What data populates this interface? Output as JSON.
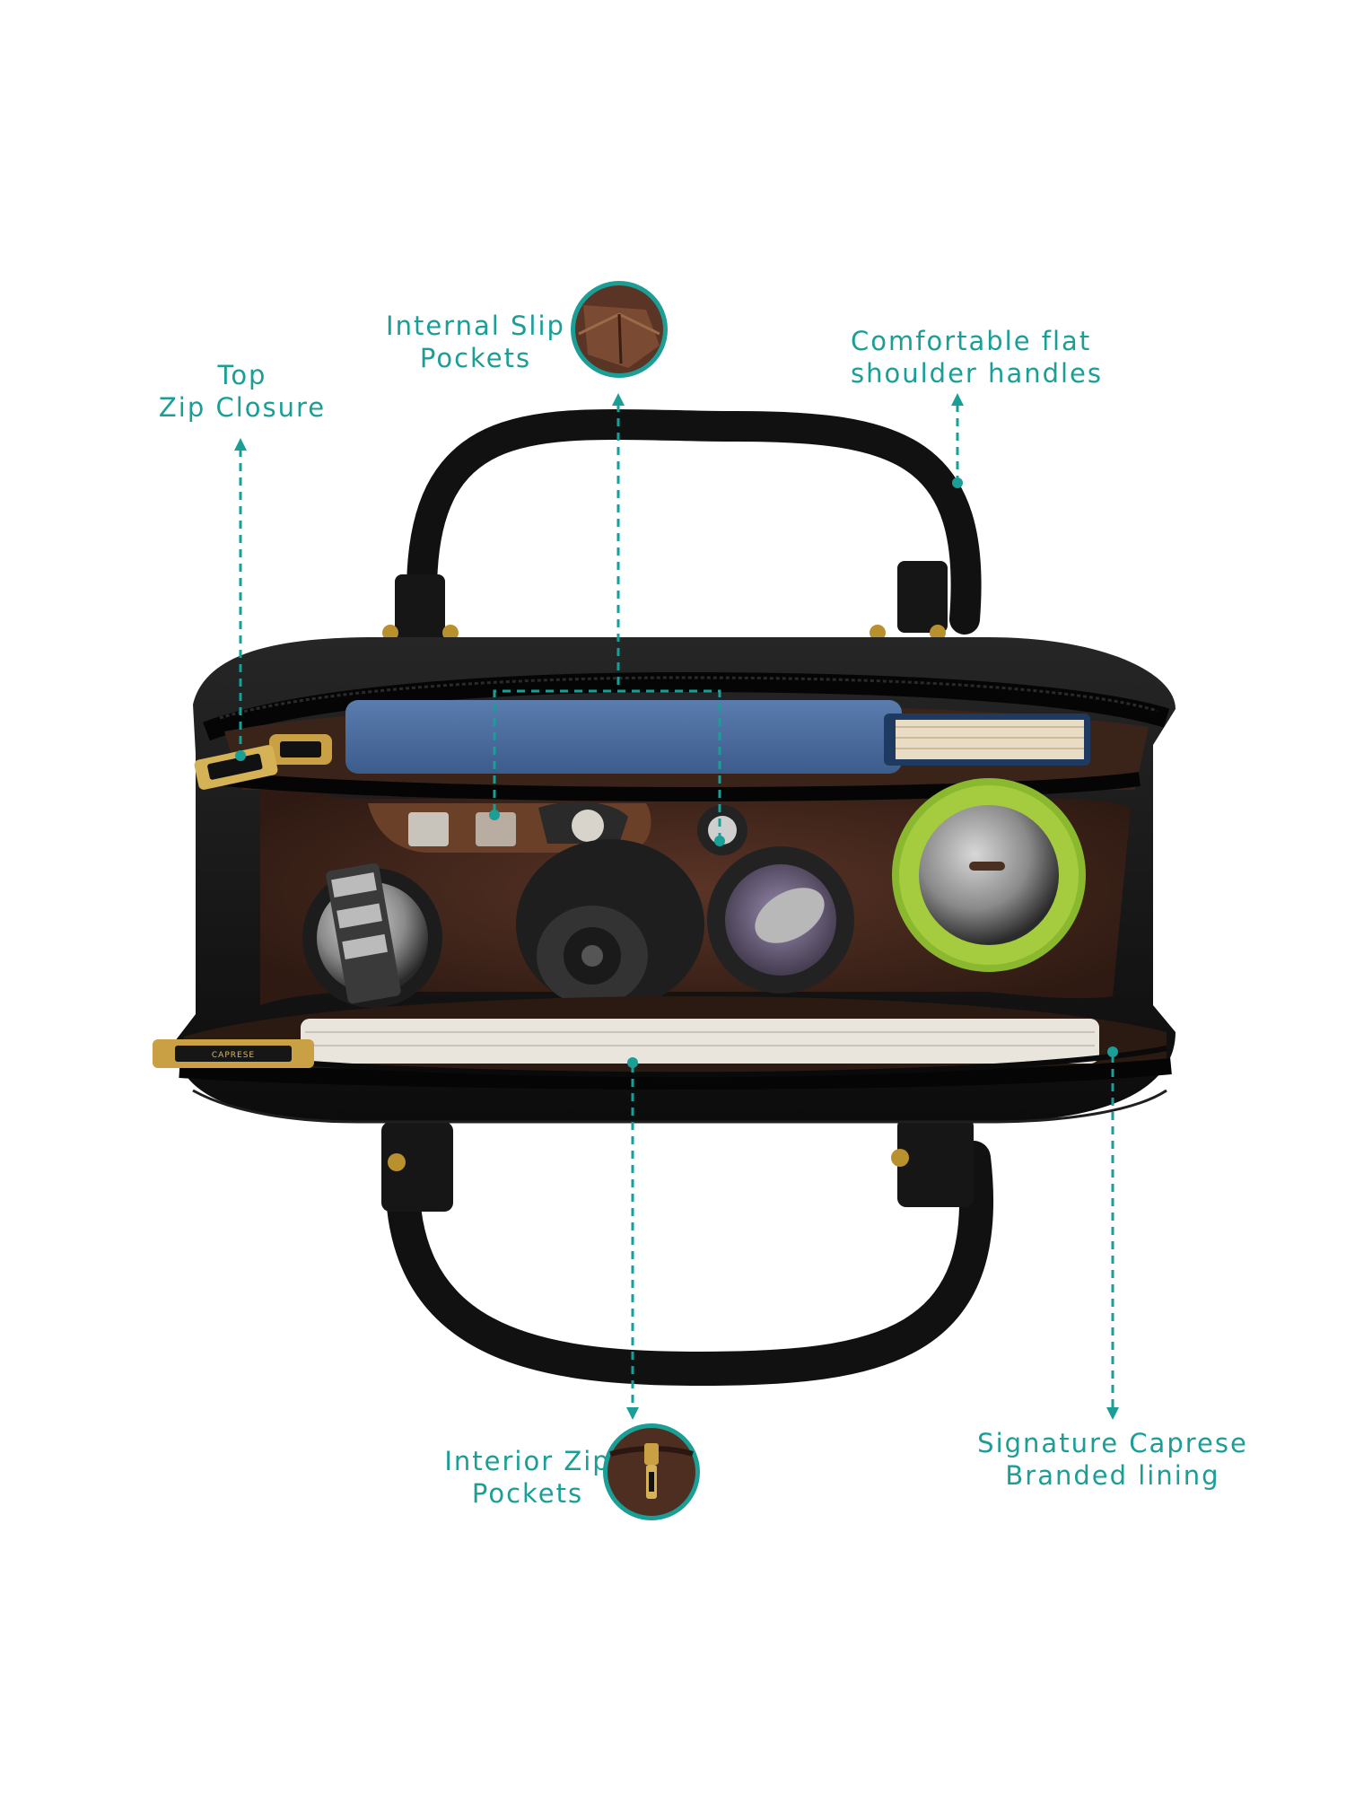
{
  "annotations": {
    "top_zip": {
      "line1": "Top",
      "line2": "Zip Closure"
    },
    "internal_slip": {
      "line1": "Internal Slip",
      "line2": "Pockets"
    },
    "handles": {
      "line1": "Comfortable flat",
      "line2": "shoulder handles"
    },
    "interior_zip": {
      "line1": "Interior Zip",
      "line2": "Pockets"
    },
    "lining": {
      "line1": "Signature Caprese",
      "line2": "Branded lining"
    }
  },
  "brand_mark": "CAPRESE",
  "colors": {
    "accent": "#1a9e96",
    "bag": "#141414",
    "lining": "#4a2a1e",
    "book": "#4a6c9e"
  }
}
